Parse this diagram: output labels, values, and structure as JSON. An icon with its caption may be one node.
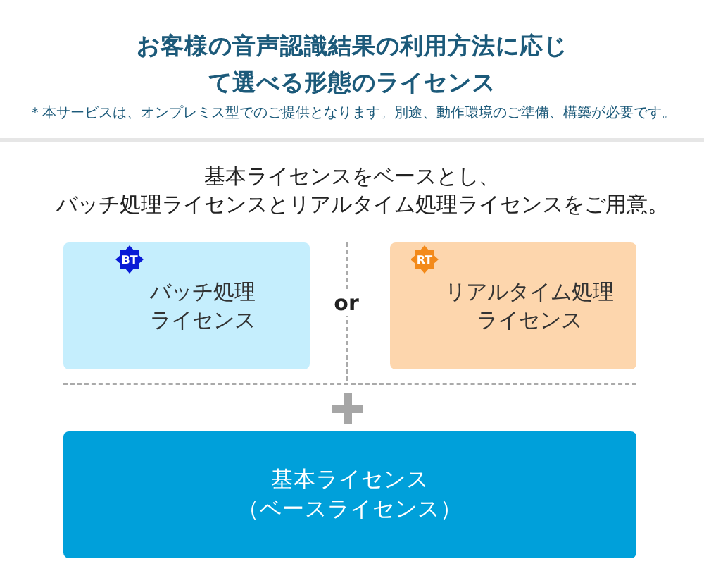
{
  "diagram": {
    "title": "お客様の音声認識結果の利用方法に応じて選べる形態のライセンス",
    "nodes": [
      {
        "text": [
          "BT",
          "バッチ処理ライセンス"
        ]
      },
      {
        "text": [
          "RT",
          "リアルタイム処理ライセンス"
        ]
      },
      {
        "text": [
          "基本ライセンス（ベースライセンス）"
        ]
      }
    ],
    "labels": [
      "＊本サービスは、オンプレミス型でのご提供となります。別途、動作環境のご準備、構築が必要です。",
      "基本ライセンスをベースとし、バッチ処理ライセンスとリアルタイム処理ライセンスをご用意。",
      "or"
    ]
  }
}
